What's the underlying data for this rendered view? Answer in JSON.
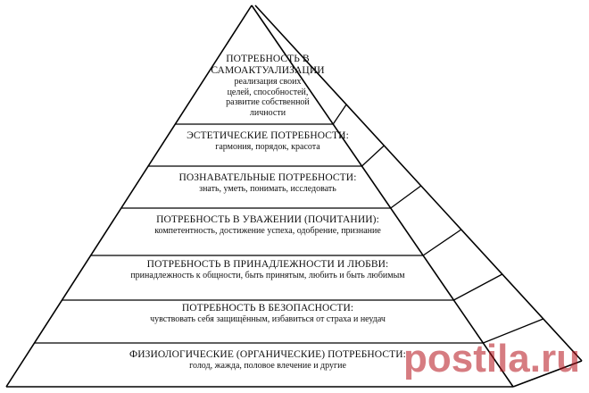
{
  "pyramid": {
    "levels": [
      {
        "title": "ПОТРЕБНОСТЬ В САМОАКТУАЛИЗАЦИИ",
        "desc": "реализация своих\nцелей, способностей,\nразвитие собственной\nличности"
      },
      {
        "title": "ЭСТЕТИЧЕСКИЕ ПОТРЕБНОСТИ:",
        "desc": "гармония, порядок, красота"
      },
      {
        "title": "ПОЗНАВАТЕЛЬНЫЕ ПОТРЕБНОСТИ:",
        "desc": "знать, уметь, понимать, исследовать"
      },
      {
        "title": "ПОТРЕБНОСТЬ В УВАЖЕНИИ (ПОЧИТАНИИ):",
        "desc": "компетентность, достижение успеха, одобрение, признание"
      },
      {
        "title": "ПОТРЕБНОСТЬ В ПРИНАДЛЕЖНОСТИ И ЛЮБВИ:",
        "desc": "принадлежность к общности, быть принятым, любить и быть любимым"
      },
      {
        "title": "ПОТРЕБНОСТЬ В БЕЗОПАСНОСТИ:",
        "desc": "чувствовать себя защищённым, избавиться от страха и неудач"
      },
      {
        "title": "ФИЗИОЛОГИЧЕСКИЕ (ОРГАНИЧЕСКИЕ) ПОТРЕБНОСТИ:",
        "desc": "голод, жажда, половое влечение и другие"
      }
    ]
  },
  "watermark": {
    "text": "postila.ru",
    "color": "#b5121b"
  }
}
